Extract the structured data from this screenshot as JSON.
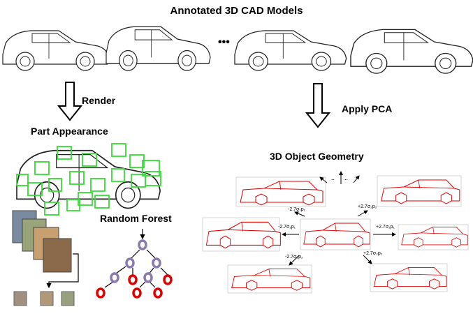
{
  "title": "Annotated 3D CAD Models",
  "ellipsis": "•••",
  "render_label": "Render",
  "pca_label": "Apply PCA",
  "part_label": "Part Appearance",
  "geometry_label": "3D Object Geometry",
  "forest_label": "Random Forest",
  "pca_coeffs": {
    "top_left": "-2.7σ₁p₁",
    "top_right": "+2.7σ₂p₂",
    "mid_left": "-2.7σ₁p₁",
    "mid_right": "+2.7σ₁p₁",
    "bottom_left": "-2.7σ₂p₂",
    "bottom_right": "+2.7σ₂p₂"
  },
  "dots": ".."
}
